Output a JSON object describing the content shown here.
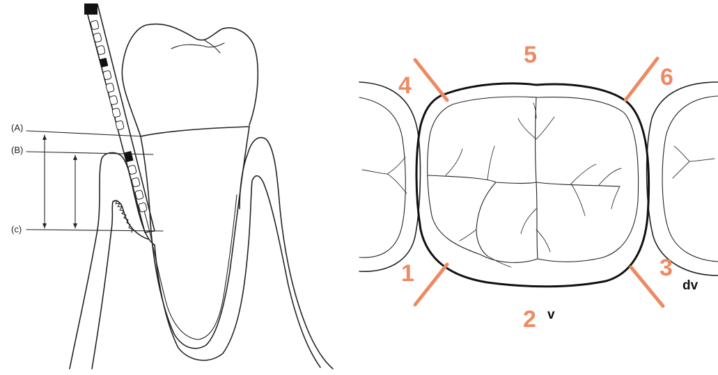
{
  "left_panel": {
    "level_labels": {
      "a": "(A)",
      "b": "(B)",
      "c": "(c)"
    }
  },
  "right_panel": {
    "sites": [
      "1",
      "2",
      "3",
      "4",
      "5",
      "6"
    ],
    "directions": {
      "v": "v",
      "dv": "dv"
    },
    "accent_color": "#ee8a62"
  }
}
